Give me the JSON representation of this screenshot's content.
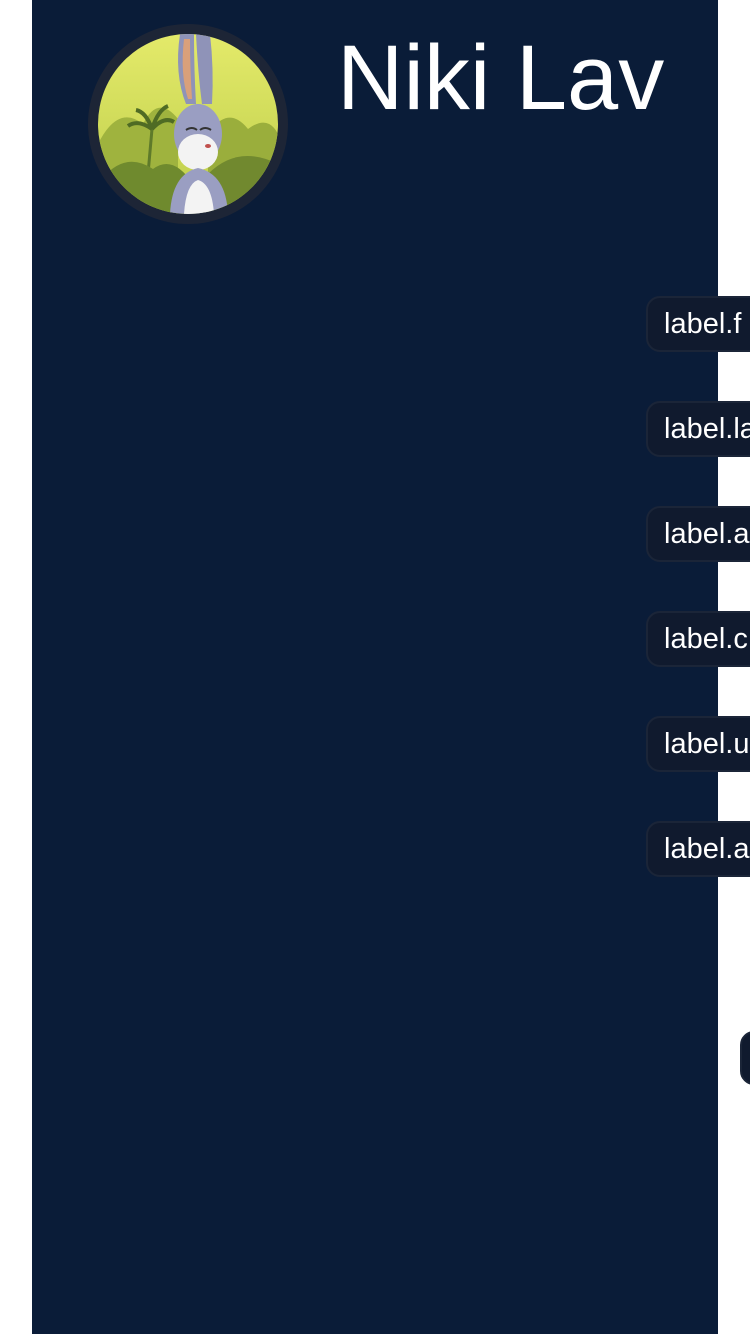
{
  "profile": {
    "name": "Niki Lav",
    "avatar_icon": "bunny-avatar-icon"
  },
  "fields": [
    {
      "label": "label.f"
    },
    {
      "label": "label.la"
    },
    {
      "label": "label.a"
    },
    {
      "label": "label.c"
    },
    {
      "label": "label.u"
    },
    {
      "label": "label.a"
    }
  ],
  "colors": {
    "panel_bg": "#0a1c38",
    "pill_bg": "#101a2e",
    "text": "#ffffff"
  }
}
